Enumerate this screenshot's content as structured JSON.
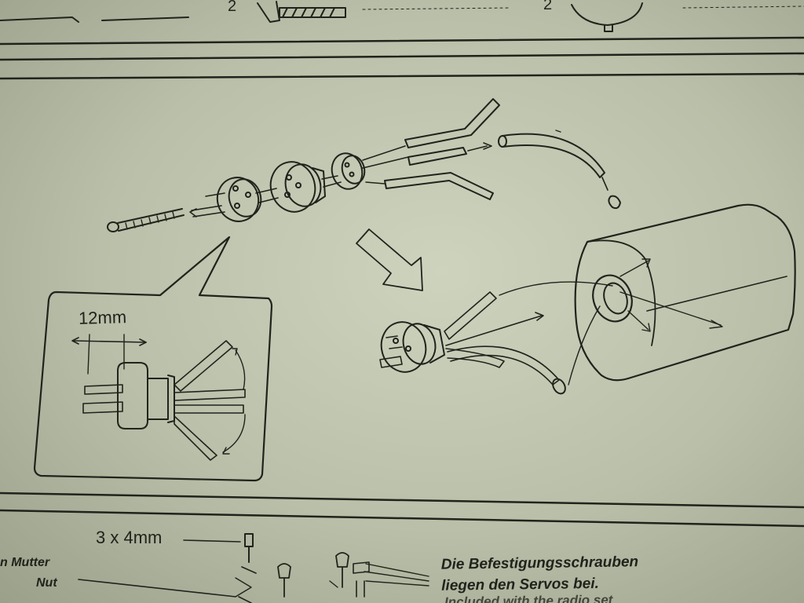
{
  "top_section": {
    "qty_screw": "2",
    "qty_collar": "2"
  },
  "detail": {
    "dimension": "12mm"
  },
  "bottom_section": {
    "screw_size": "3 x 4mm",
    "label_de": "n Mutter",
    "label_en": "Nut",
    "note_de_line1": "Die Befestigungsschrauben",
    "note_de_line2": "liegen den Servos bei.",
    "note_en_partial": "Included with the radio set"
  },
  "colors": {
    "paper": "#c6ccb5",
    "ink": "#20231c"
  }
}
